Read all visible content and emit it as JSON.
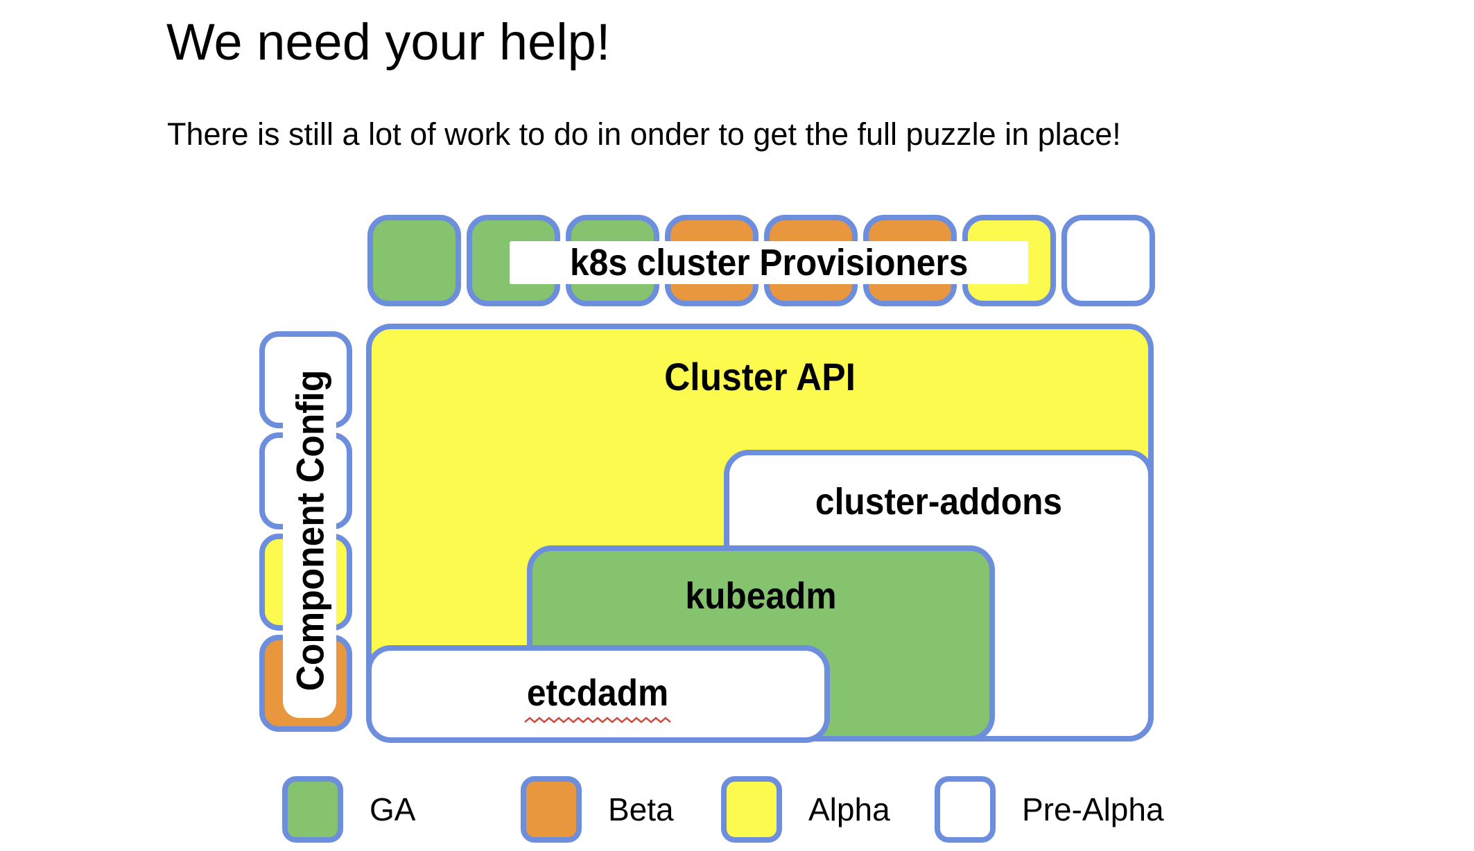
{
  "header": {
    "title": "We need your help!",
    "subtitle": "There is still a lot of work to do in onder to get the full puzzle in place!"
  },
  "colors": {
    "ga": "#85c36e",
    "beta": "#e8973e",
    "alpha": "#fdfa4f",
    "pre_alpha": "#ffffff",
    "border_blue": "#6d8edd",
    "squiggle_red": "#cf4a3f",
    "text": "#000000",
    "background": "#ffffff"
  },
  "provisioners": {
    "label": "k8s cluster Provisioners",
    "squares": [
      "ga",
      "ga",
      "ga",
      "beta",
      "beta",
      "beta",
      "alpha",
      "pre_alpha"
    ]
  },
  "component_config": {
    "label": "Component Config",
    "squares": [
      "pre_alpha",
      "pre_alpha",
      "alpha",
      "beta"
    ]
  },
  "boxes": {
    "cluster_api": {
      "label": "Cluster API",
      "status": "alpha"
    },
    "cluster_addons": {
      "label": "cluster-addons",
      "status": "pre_alpha"
    },
    "kubeadm": {
      "label": "kubeadm",
      "status": "ga"
    },
    "etcdadm": {
      "label": "etcdadm",
      "status": "pre_alpha",
      "spellcheck_underline": true
    }
  },
  "legend": [
    {
      "label": "GA",
      "color_key": "ga"
    },
    {
      "label": "Beta",
      "color_key": "beta"
    },
    {
      "label": "Alpha",
      "color_key": "alpha"
    },
    {
      "label": "Pre-Alpha",
      "color_key": "pre_alpha"
    }
  ]
}
